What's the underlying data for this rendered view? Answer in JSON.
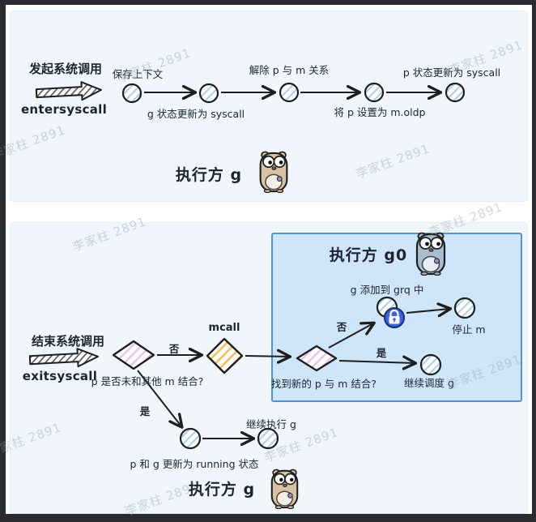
{
  "watermark": {
    "text": "李家柱 2891"
  },
  "colors": {
    "panel_bg": "#f0f6fc",
    "g0_box_bg": "#cfe5f9",
    "g0_box_border": "#4f93d8",
    "stroke": "#1e1e1e",
    "node_hatch_blue": "#aed0ec",
    "decision_hatch_purple": "#e6c0f2",
    "mcall_hatch_orange": "#f6bd4f",
    "lock_blue": "#3d63dd",
    "gopher_tan": "#d9c2a2",
    "gopher_gray": "#a9bdd0"
  },
  "top_panel": {
    "start_title": "发起系统调用",
    "start_func": "entersyscall",
    "labels": {
      "save_context": "保存上下文",
      "g_status": "g 状态更新为 syscall",
      "release_pm": "解除 p 与 m 关系",
      "set_oldp": "将 p 设置为 m.oldp",
      "p_status": "p 状态更新为 syscall"
    },
    "executor": "执行方 g"
  },
  "bottom_panel": {
    "start_title": "结束系统调用",
    "start_func": "exitsyscall",
    "decision_p_free": "p 是否未和其他 m 结合?",
    "no_label": "否",
    "yes_label": "是",
    "mcall_label": "mcall",
    "g0_box": {
      "executor": "执行方 g0",
      "decision_find_p": "找到新的 p 与 m 结合?",
      "no_label": "否",
      "yes_label": "是",
      "add_grq": "g 添加到 grq 中",
      "stop_m": "停止 m",
      "continue_schedule": "继续调度 g"
    },
    "running_update": "p 和 g 更新为 running 状态",
    "continue_exec": "继续执行 g",
    "executor": "执行方 g"
  }
}
